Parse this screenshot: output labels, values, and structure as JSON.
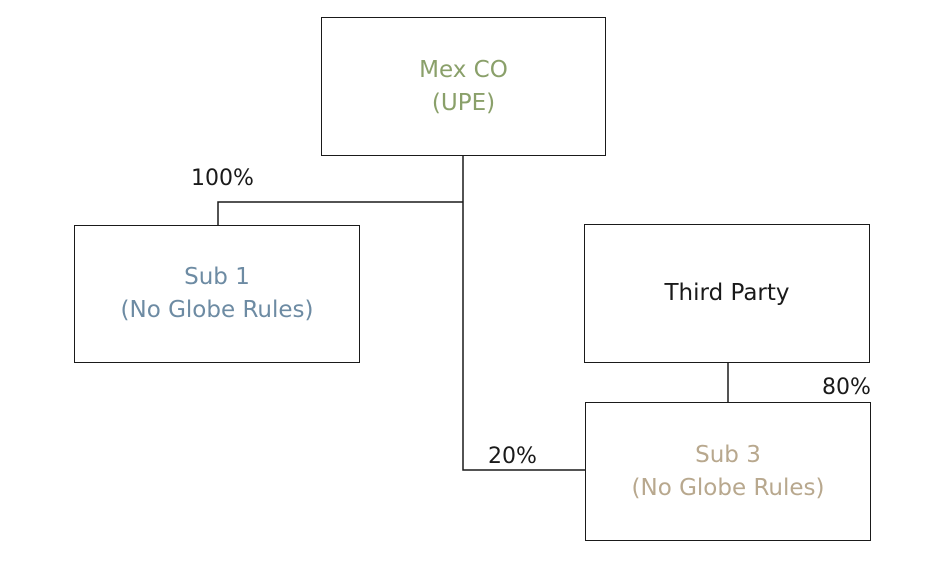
{
  "colors": {
    "mex": "#8aa06a",
    "sub1": "#6d8ba3",
    "third": "#1a1a1a",
    "sub3": "#b8a88e",
    "line": "#1a1a1a"
  },
  "entities": {
    "mex": {
      "line1": "Mex CO",
      "line2": "(UPE)"
    },
    "sub1": {
      "line1": "Sub 1",
      "line2": "(No Globe Rules)"
    },
    "third": {
      "line1": "Third Party"
    },
    "sub3": {
      "line1": "Sub 3",
      "line2": "(No Globe Rules)"
    }
  },
  "ownership": {
    "mex_to_sub1": "100%",
    "mex_to_sub3": "20%",
    "third_to_sub3": "80%"
  }
}
